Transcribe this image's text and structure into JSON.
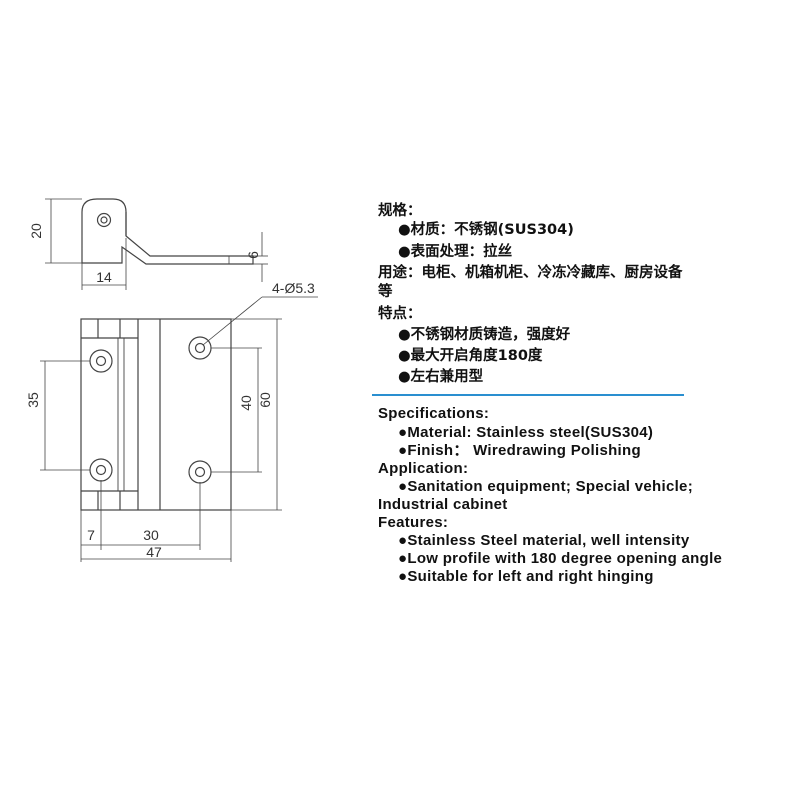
{
  "dimensions": {
    "side_height": "20",
    "side_width": "14",
    "side_thickness": "6",
    "hole_spec": "4-Ø5.3",
    "left_hole_pitch": "35",
    "right_hole_pitch": "40",
    "overall_height": "60",
    "left_offset": "7",
    "hole_span": "30",
    "overall_width": "47"
  },
  "spec_cn": {
    "spec_header": "规格：",
    "material": "●材质：不锈钢(SUS304)",
    "finish": "●表面处理：拉丝",
    "usage_line1": "用途：电柜、机箱机柜、冷冻冷藏库、厨房设备",
    "usage_line2": "等",
    "features_header": "特点：",
    "feature1": "●不锈钢材质铸造，强度好",
    "feature2": "●最大开启角度180度",
    "feature3": "●左右兼用型"
  },
  "spec_en": {
    "spec_header": "Specifications:",
    "material": "●Material: Stainless steel(SUS304)",
    "finish": "●Finish： Wiredrawing Polishing",
    "application_header": "Application:",
    "application_line1": "●Sanitation equipment; Special vehicle;",
    "application_line2": "Industrial cabinet",
    "features_header": "Features:",
    "feature1": "●Stainless Steel material, well intensity",
    "feature2": "●Low profile with 180 degree opening angle",
    "feature3": "●Suitable for left and right hinging"
  },
  "colors": {
    "line": "#444444",
    "text": "#111111",
    "divider": "#2a8fd0"
  }
}
